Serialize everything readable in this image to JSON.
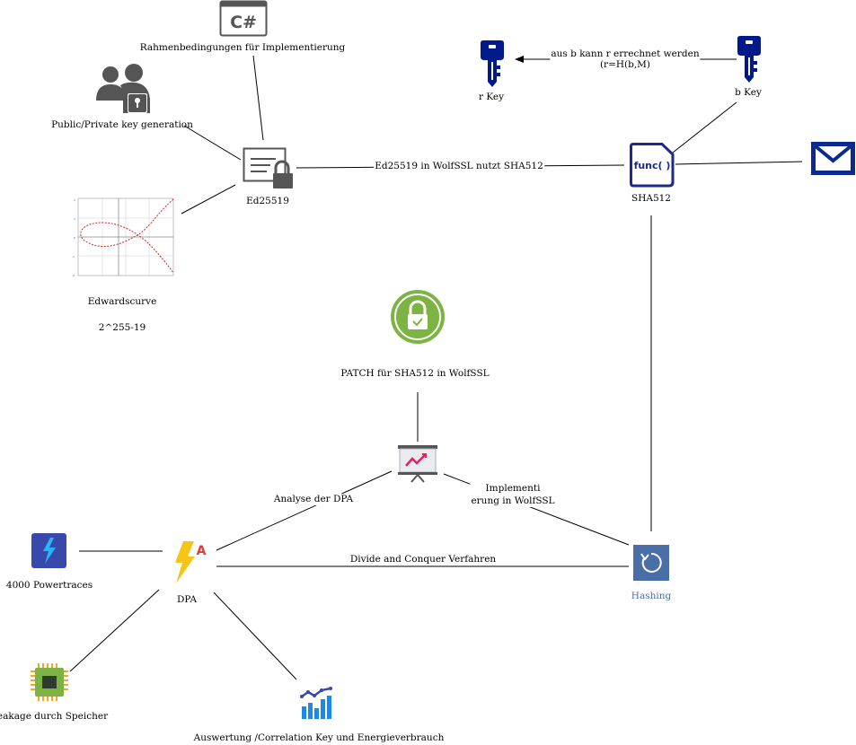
{
  "nodes": {
    "csharp": {
      "label": "Rahmenbedingungen für Implementierung",
      "icon": "csharp-window-icon"
    },
    "keygen": {
      "label": "Public/Private key generation",
      "icon": "users-lock-icon"
    },
    "ed25519": {
      "label": "Ed25519",
      "icon": "certificate-lock-icon"
    },
    "edwards": {
      "label1": "Edwardscurve",
      "label2": "2^255-19",
      "icon": "edwards-curve-plot-icon"
    },
    "rkey": {
      "label": "r Key",
      "icon": "key-icon"
    },
    "bkey": {
      "label": "b Key",
      "icon": "key-icon"
    },
    "sha512": {
      "label": "SHA512",
      "icon": "func-document-icon",
      "icon_text": "func( )"
    },
    "mail": {
      "icon": "envelope-icon"
    },
    "patch": {
      "label": "PATCH für SHA512 in WolfSSL",
      "icon": "lock-badge-icon"
    },
    "presentation": {
      "icon": "presentation-chart-icon"
    },
    "dpa": {
      "label": "DPA",
      "icon": "lightning-a-icon"
    },
    "hashing": {
      "label": "Hashing",
      "icon": "refresh-icon"
    },
    "powertraces": {
      "label": "4000 Powertraces",
      "icon": "lightning-tile-icon"
    },
    "leakage": {
      "label": "Leakage durch Speicher",
      "icon": "chip-icon"
    },
    "auswertung": {
      "label": "Auswertung /Correlation Key und Energieverbrauch",
      "icon": "bar-line-chart-icon"
    }
  },
  "edges": {
    "bkey_rkey_line1": "aus b kann r errechnet werden",
    "bkey_rkey_line2": "(r=H(b,M)",
    "ed_sha": "Ed25519 in WolfSSL nutzt SHA512",
    "analyse": "Analyse der DPA",
    "impl_line1": "Implementi",
    "impl_line2": "erung in WolfSSL",
    "divide": "Divide and Conquer Verfahren"
  },
  "colors": {
    "key_blue": "#001a8c",
    "func_blue": "#1a2b8c",
    "mail_blue": "#0b2a8f",
    "patch_green": "#7cb342",
    "lightning": "#f5c518",
    "hashing_blue": "#4a6ea8",
    "chip_green": "#7cb342",
    "chart_blue": "#1e88e5",
    "powertrace_blue": "#3949ab"
  }
}
